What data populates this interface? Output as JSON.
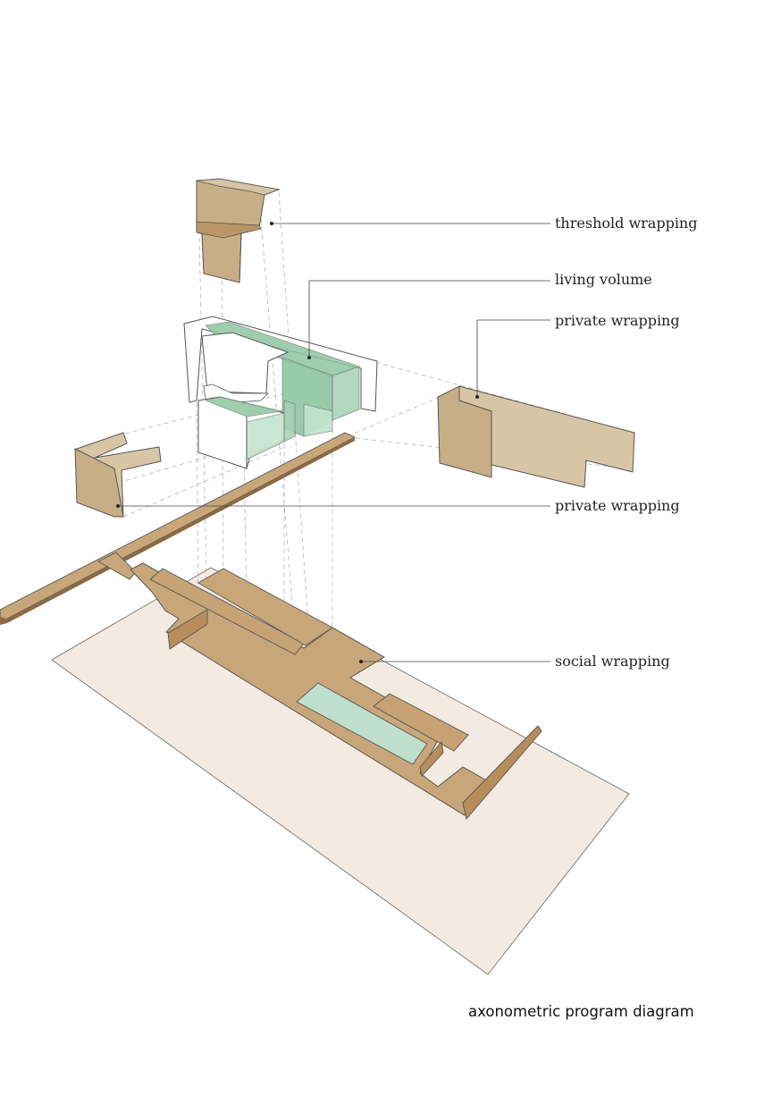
{
  "labels": {
    "threshold": "threshold wrapping",
    "living": "living volume",
    "private_right": "private wrapping",
    "private_left": "private wrapping",
    "social": "social wrapping"
  },
  "caption": "axonometric program diagram",
  "colors": {
    "ground": "#f3ebe1",
    "wrap_light": "#d8c5a5",
    "wrap_mid": "#c8ae86",
    "wrap_dark": "#b99568",
    "social": "#c9a67a",
    "social_edge": "#a88358",
    "volume_green": "#8fc6a2",
    "volume_green_light": "#c4e3cf",
    "pool": "#bfdfcc",
    "stroke": "#555555"
  }
}
